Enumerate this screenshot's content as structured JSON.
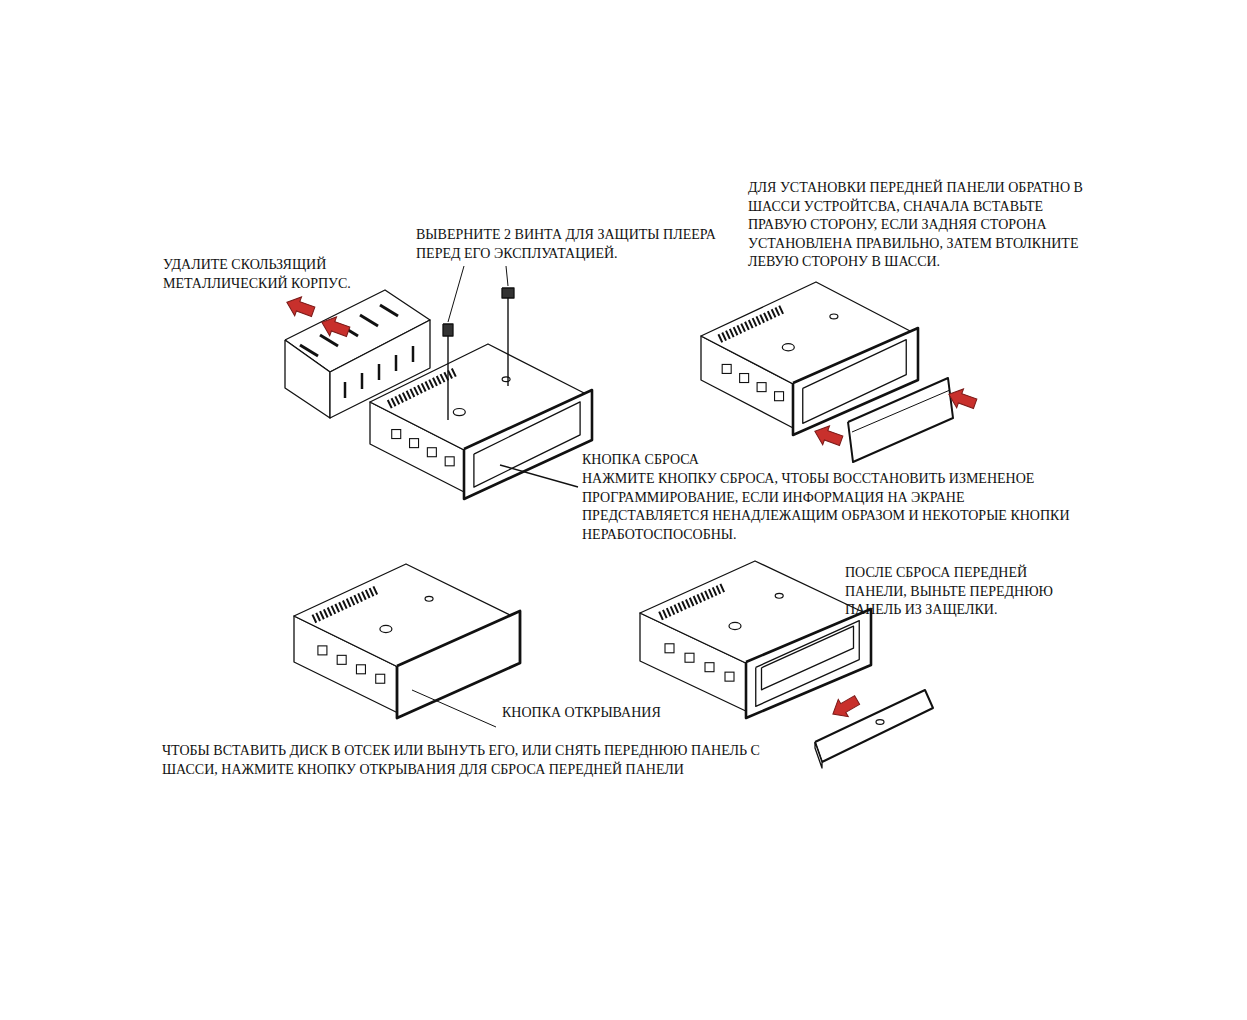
{
  "diagram": {
    "labels": [
      "УДАЛИТЕ СКОЛЬЗЯЩИЙ МЕТАЛЛИЧЕСКИЙ КОРПУС.",
      "ВЫВЕРНИТЕ 2 ВИНТА ДЛЯ ЗАЩИТЫ ПЛЕЕРА ПЕРЕД ЕГО ЭКСПЛУАТАЦИЕЙ.",
      "ДЛЯ УСТАНОВКИ ПЕРЕДНЕЙ ПАНЕЛИ ОБРАТНО В ШАССИ УСТРОЙТСВА, СНАЧАЛА ВСТАВЬТЕ ПРАВУЮ СТОРОНУ, ЕСЛИ ЗАДНЯЯ СТОРОНА УСТАНОВЛЕНА ПРАВИЛЬНО, ЗАТЕМ ВТОЛКНИТЕ ЛЕВУЮ СТОРОНУ В ШАССИ.",
      "КНОПКА СБРОСА",
      "НАЖМИТЕ КНОПКУ СБРОСА, ЧТОБЫ ВОССТАНОВИТЬ ИЗМЕНЕНОЕ ПРОГРАММИРОВАНИЕ, ЕСЛИ ИНФОРМАЦИЯ НА ЭКРАНЕ ПРЕДСТАВЛЯЕТСЯ НЕНАДЛЕЖАЩИМ ОБРАЗОМ И НЕКОТОРЫЕ КНОПКИ НЕРАБОТОСПОСОБНЫ.",
      "ПОСЛЕ СБРОСА ПЕРЕДНЕЙ ПАНЕЛИ, ВЫНЬТЕ ПЕРЕДНЮЮ ПАНЕЛЬ ИЗ ЗАЩЕЛКИ.",
      "КНОПКА ОТКРЫВАНИЯ",
      "ЧТОБЫ ВСТАВИТЬ ДИСК В ОТСЕК ИЛИ ВЫНУТЬ ЕГО, ИЛИ СНЯТЬ ПЕРЕДНЮЮ ПАНЕЛЬ С ШАССИ, НАЖМИТЕ КНОПКУ ОТКРЫВАНИЯ ДЛЯ СБРОСА ПЕРЕДНЕЙ ПАНЕЛИ"
    ]
  }
}
